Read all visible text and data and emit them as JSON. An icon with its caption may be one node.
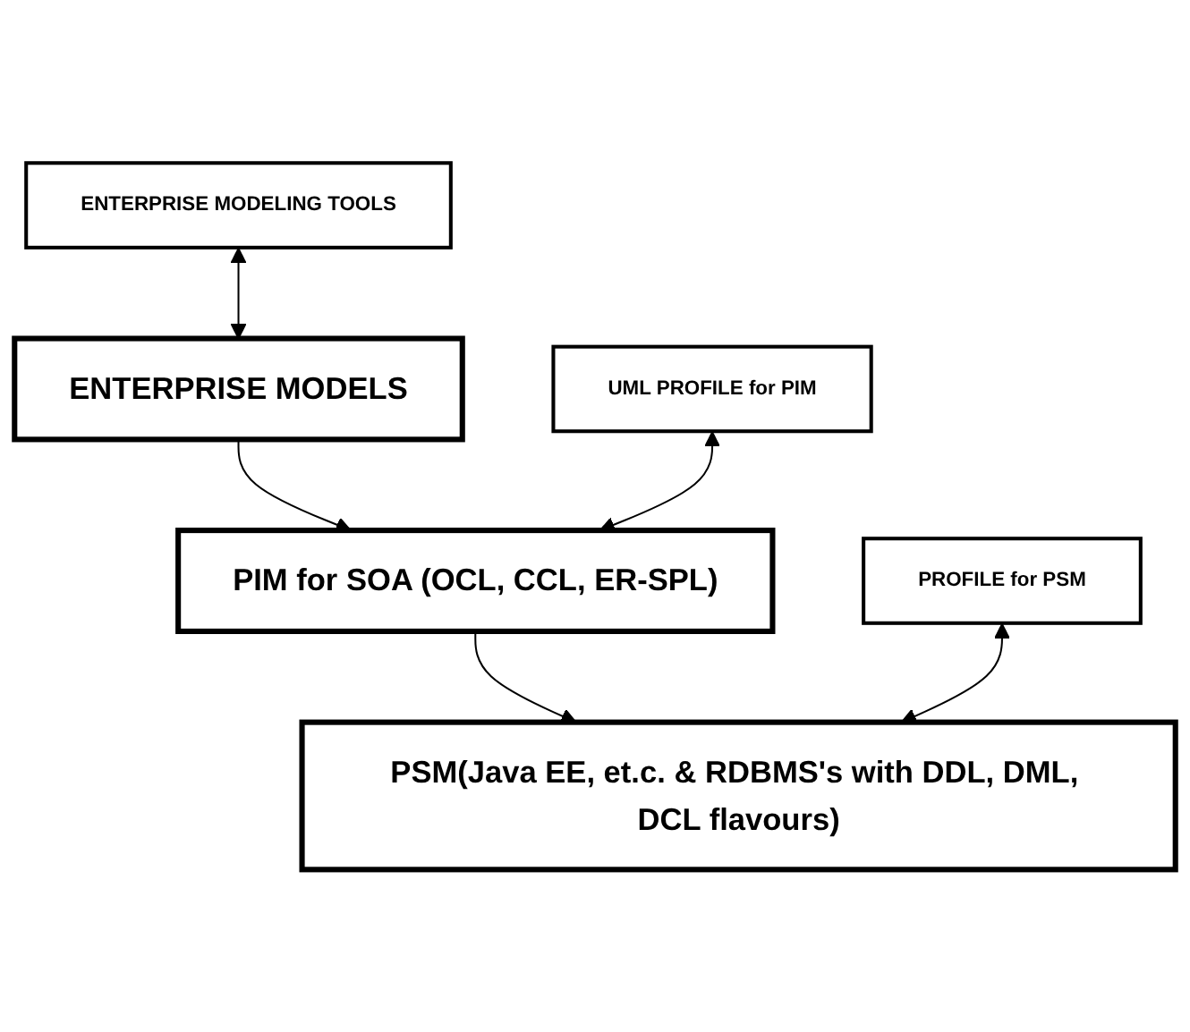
{
  "diagram": {
    "nodes": [
      {
        "text": [
          "ENTERPRISE MODELING TOOLS"
        ]
      },
      {
        "text": [
          "ENTERPRISE MODELS"
        ]
      },
      {
        "text": [
          "UML PROFILE for PIM"
        ]
      },
      {
        "text": [
          "PIM for SOA (OCL, CCL, ER-SPL)"
        ]
      },
      {
        "text": [
          "PROFILE for PSM"
        ]
      },
      {
        "text": [
          "PSM(Java EE, et.c. & RDBMS's with DDL, DML, DCL flavours)"
        ]
      }
    ],
    "edges": [
      {
        "from": 0,
        "to": 1,
        "arrow": "both"
      },
      {
        "from": 1,
        "to": 3,
        "arrow": "to"
      },
      {
        "from": 2,
        "to": 3,
        "arrow": "both"
      },
      {
        "from": 3,
        "to": 5,
        "arrow": "to"
      },
      {
        "from": 4,
        "to": 5,
        "arrow": "both"
      }
    ]
  }
}
